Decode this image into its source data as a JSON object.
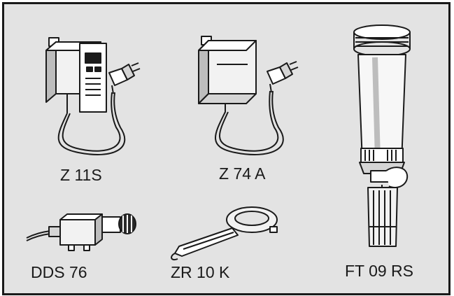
{
  "products": [
    {
      "id": "z11s",
      "label": "Z 11S",
      "icon": "controller-unit-icon"
    },
    {
      "id": "z74a",
      "label": "Z 74 A",
      "icon": "controller-unit-icon"
    },
    {
      "id": "ft09rs",
      "label": "FT 09 RS",
      "icon": "filter-insert-icon"
    },
    {
      "id": "dds76",
      "label": "DDS 76",
      "icon": "pressure-switch-icon"
    },
    {
      "id": "zr10k",
      "label": "ZR 10 K",
      "icon": "wrench-icon"
    }
  ],
  "colors": {
    "panel_background": "#e3e3e3",
    "frame": "#1a1a1a",
    "line": "#1a1a1a"
  }
}
